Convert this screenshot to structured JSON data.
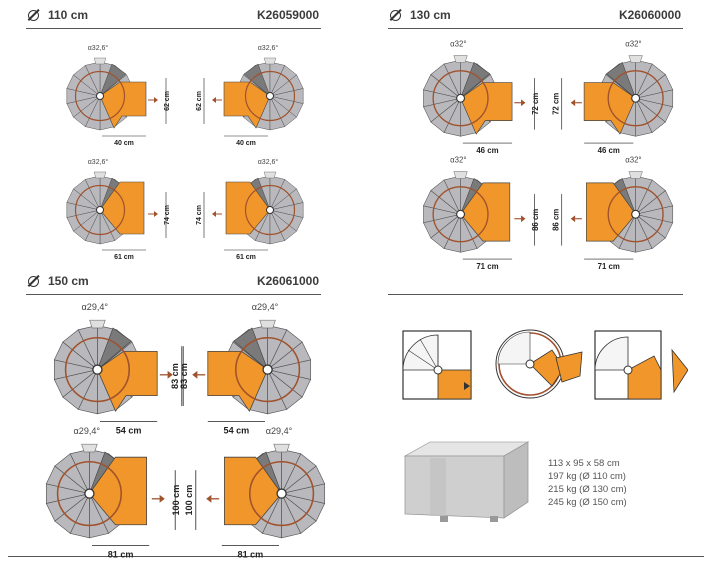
{
  "sections": [
    {
      "id": "110",
      "title": "110 cm",
      "code": "K26059000",
      "angle": "32,6°",
      "dims": {
        "w1": "40 cm",
        "h1": "62 cm",
        "w2": "61 cm",
        "h2": "74 cm"
      }
    },
    {
      "id": "130",
      "title": "130 cm",
      "code": "K26060000",
      "angle": "32°",
      "dims": {
        "w1": "46 cm",
        "h1": "72 cm",
        "w2": "71 cm",
        "h2": "86 cm"
      }
    },
    {
      "id": "150",
      "title": "150 cm",
      "code": "K26061000",
      "angle": "29,4°",
      "dims": {
        "w1": "54 cm",
        "h1": "83 cm",
        "w2": "81 cm",
        "h2": "100 cm"
      }
    }
  ],
  "alpha": "α",
  "package": {
    "dimensions": "113 x 95 x 58 cm",
    "weights": [
      "197 kg (Ø 110 cm)",
      "215 kg (Ø 130 cm)",
      "245 kg (Ø 150 cm)"
    ]
  },
  "colors": {
    "orange": "#f0962a",
    "grey": "#b9b9bd",
    "dark": "#7a7a7a",
    "line": "#a0522d"
  }
}
